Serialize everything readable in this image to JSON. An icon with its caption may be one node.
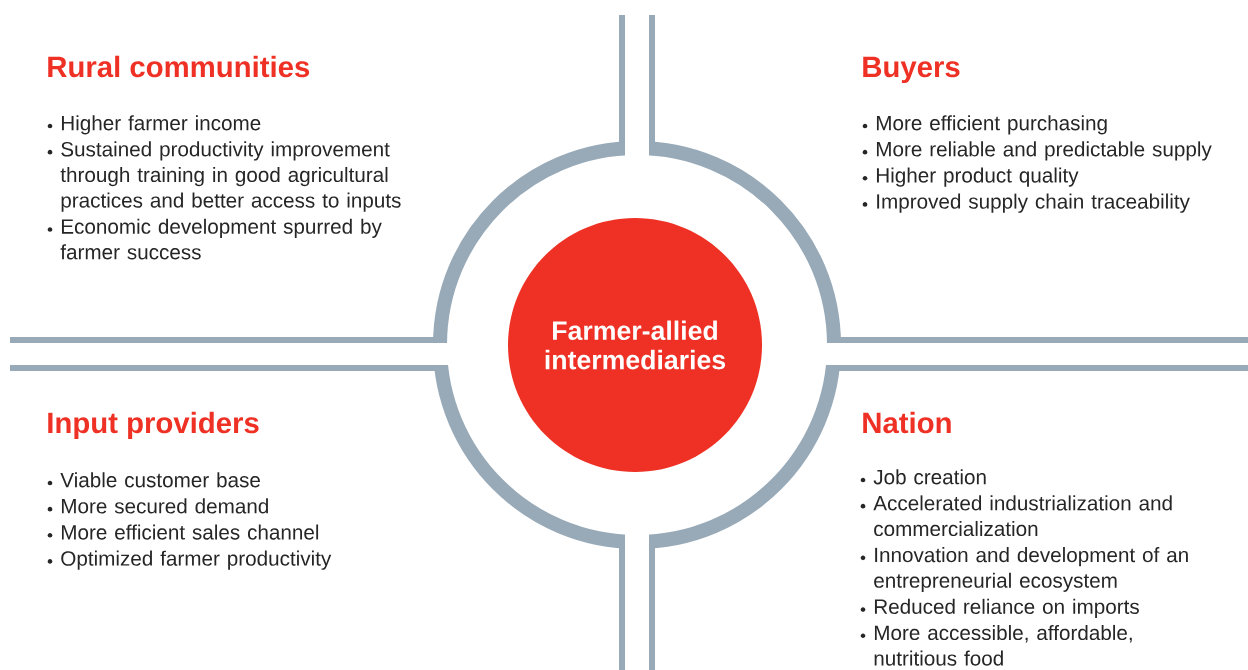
{
  "diagram": {
    "nodes": [
      {
        "text": [
          "Farmer-allied intermediaries"
        ]
      }
    ],
    "labels": [
      "Rural communities",
      "Higher farmer income",
      "Sustained productivity improvement through training in good agricultural practices and better access to inputs",
      "Economic development spurred by farmer success",
      "Buyers",
      "More efficient purchasing",
      "More reliable and predictable supply",
      "Higher product quality",
      "Improved supply chain traceability",
      "Input providers",
      "Viable customer base",
      "More secured demand",
      "More efficient sales channel",
      "Optimized farmer productivity",
      "Nation",
      "Job creation",
      "Accelerated industrialization and commercialization",
      "Innovation and development of an entrepreneurial ecosystem",
      "Reduced reliance on imports",
      "More accessible, affordable, nutritious food"
    ]
  }
}
